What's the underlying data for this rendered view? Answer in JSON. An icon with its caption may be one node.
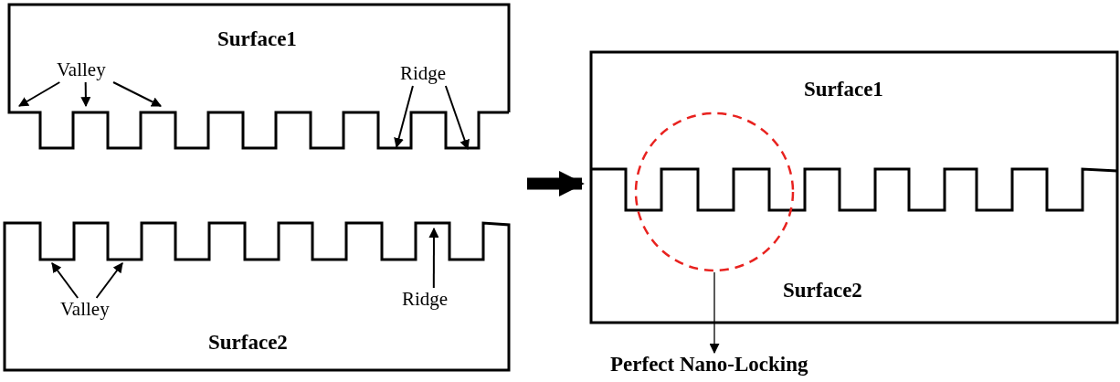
{
  "diagram": {
    "nodes": [
      {
        "text": [
          "Surface1"
        ]
      },
      {
        "text": [
          "Valley"
        ],
        "in": 0
      },
      {
        "text": [
          "Ridge"
        ],
        "in": 0
      },
      {
        "text": [
          "Surface2"
        ]
      },
      {
        "text": [
          "Valley"
        ],
        "in": 3
      },
      {
        "text": [
          "Ridge"
        ],
        "in": 3
      },
      {
        "text": [],
        "shape": "box"
      },
      {
        "text": [
          "Surface1"
        ],
        "in": 6
      },
      {
        "text": [
          "Surface2"
        ],
        "in": 6
      },
      {
        "text": [],
        "shape": "circle",
        "in": 6
      },
      {
        "text": [
          "Perfect Nano-Locking"
        ]
      }
    ],
    "edges": [
      {
        "from": 1,
        "to": 0,
        "arrow": "to"
      },
      {
        "from": 1,
        "to": 0,
        "arrow": "to"
      },
      {
        "from": 1,
        "to": 0,
        "arrow": "to"
      },
      {
        "from": 2,
        "to": 0,
        "arrow": "to"
      },
      {
        "from": 2,
        "to": 0,
        "arrow": "to"
      },
      {
        "from": 4,
        "to": 3,
        "arrow": "to"
      },
      {
        "from": 4,
        "to": 3,
        "arrow": "to"
      },
      {
        "from": 5,
        "to": 3,
        "arrow": "to"
      },
      {
        "from": null,
        "to": 6,
        "arrow": "to",
        "style": "thick"
      },
      {
        "from": 9,
        "to": 10,
        "arrow": "to"
      }
    ]
  }
}
